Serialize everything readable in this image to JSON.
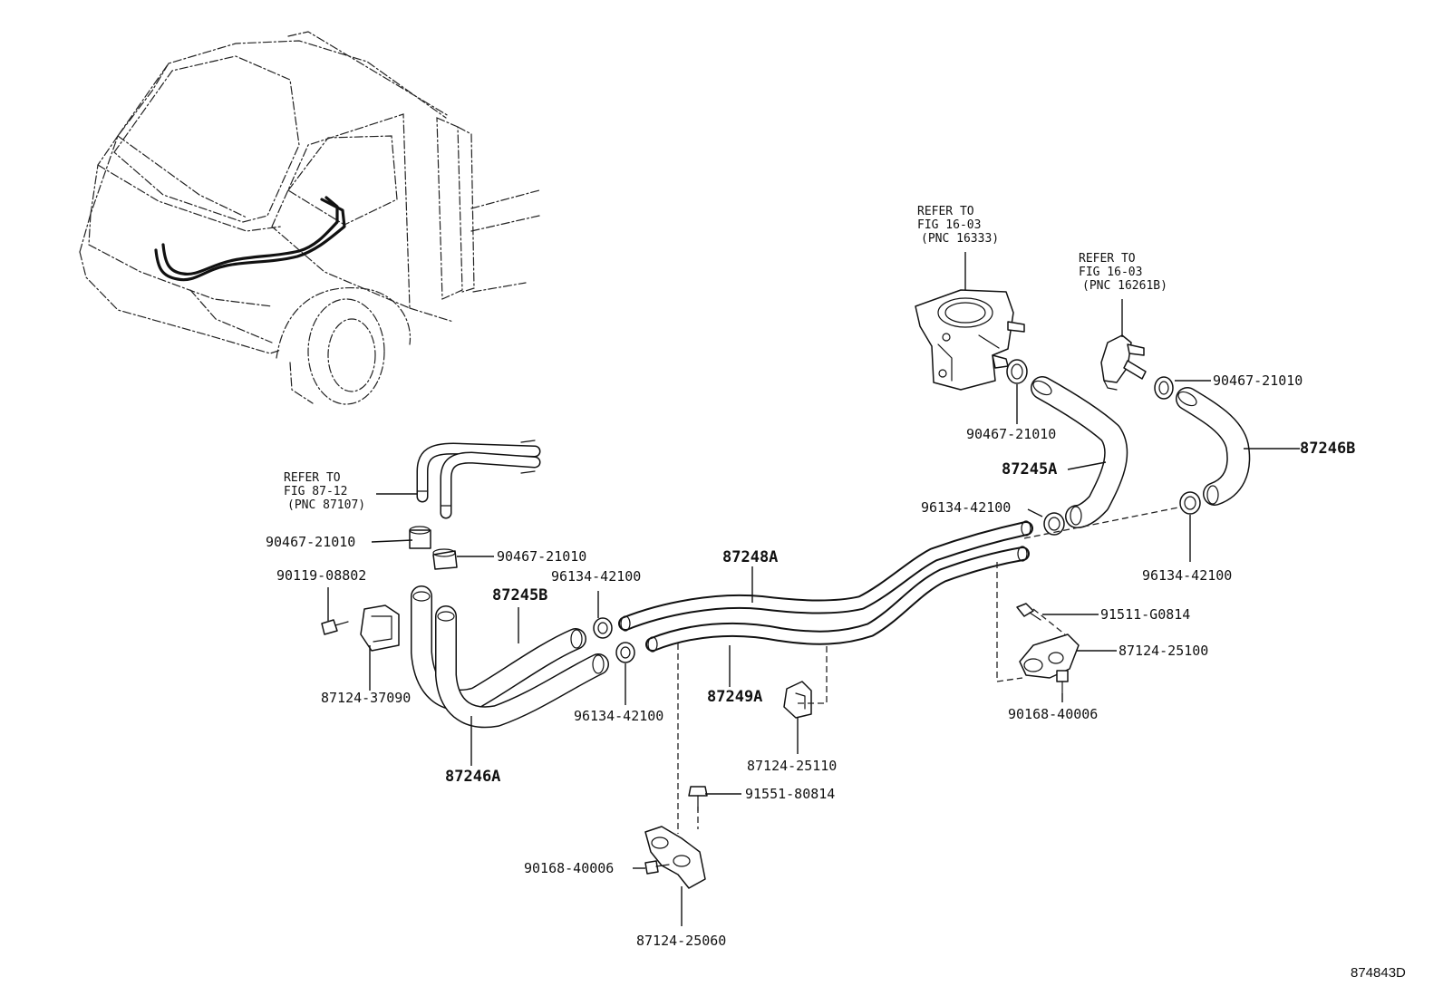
{
  "refs": [
    {
      "line1": "REFER TO",
      "line2": "FIG 16-03",
      "line3": "(PNC 16333)"
    },
    {
      "line1": "REFER TO",
      "line2": "FIG 16-03",
      "line3": "(PNC 16261B)"
    },
    {
      "line1": "REFER TO",
      "line2": "FIG 87-12",
      "line3": "(PNC 87107)"
    }
  ],
  "labels": {
    "clamp_top_mid": "90467-21010",
    "clamp_top_right": "90467-21010",
    "hose_87245A": "87245A",
    "hose_87246B": "87246B",
    "clamp_96134_right_a": "96134-42100",
    "clamp_96134_right_b": "96134-42100",
    "clamp_left_a": "90467-21010",
    "clamp_left_b": "90467-21010",
    "bolt_left": "90119-08802",
    "clamp_96134_mid": "96134-42100",
    "hose_87245B": "87245B",
    "pipe_87248A": "87248A",
    "pipe_87249A": "87249A",
    "bracket_left": "87124-37090",
    "clamp_96134_low": "96134-42100",
    "hose_87246A": "87246A",
    "clip_mid": "87124-25110",
    "bolt_91511": "91511-G0814",
    "bracket_right": "87124-25100",
    "bolt_90168_right": "90168-40006",
    "bolt_91551": "91551-80814",
    "bolt_90168_bottom": "90168-40006",
    "bracket_bottom": "87124-25060"
  },
  "diagram_code": "874843D"
}
